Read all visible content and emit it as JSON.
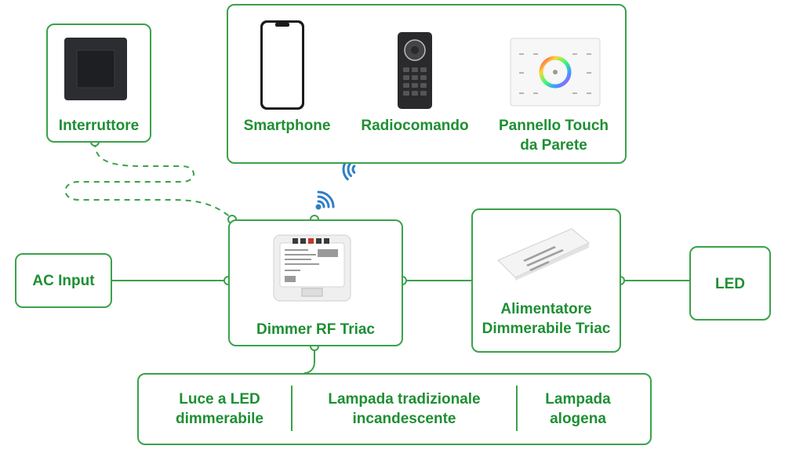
{
  "colors": {
    "accent": "#1e8f33",
    "border": "#3aa24a"
  },
  "nodes": {
    "interruttore": {
      "label": "Interruttore"
    },
    "smartphone": {
      "label": "Smartphone"
    },
    "radiocomando": {
      "label": "Radiocomando"
    },
    "pannello": {
      "line1": "Pannello Touch",
      "line2": "da Parete"
    },
    "ac_input": {
      "label": "AC Input"
    },
    "dimmer": {
      "label": "Dimmer RF Triac"
    },
    "alimentatore": {
      "line1": "Alimentatore",
      "line2": "Dimmerabile Triac"
    },
    "led": {
      "label": "LED"
    }
  },
  "loads": [
    {
      "line1": "Luce a LED",
      "line2": "dimmerabile"
    },
    {
      "line1": "Lampada tradizionale",
      "line2": "incandescente"
    },
    {
      "line1": "Lampada",
      "line2": "alogena"
    }
  ],
  "icons": {
    "wireless_top": "wifi-icon",
    "wireless_dimmer": "wifi-icon"
  }
}
